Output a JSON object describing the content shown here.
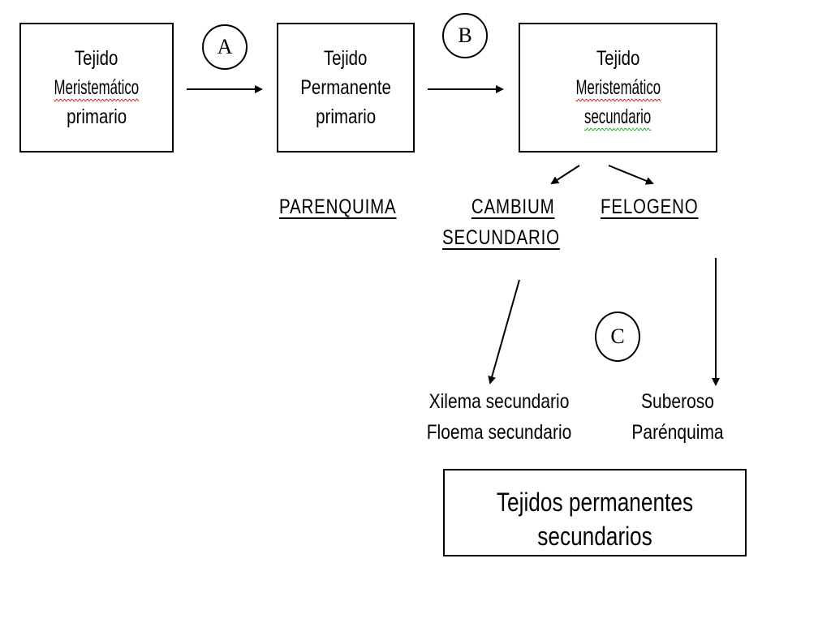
{
  "boxes": {
    "primary_meristem": {
      "line1": "Tejido",
      "line2": "Meristemático",
      "line3": "primario"
    },
    "primary_permanent": {
      "line1": "Tejido",
      "line2": "Permanente",
      "line3": "primario"
    },
    "secondary_meristem": {
      "line1": "Tejido",
      "line2": "Meristemático",
      "line3": "secundario"
    },
    "final": {
      "line1": "Tejidos permanentes",
      "line2": "secundarios"
    }
  },
  "markers": {
    "a": "A",
    "b": "B",
    "c": "C"
  },
  "labels": {
    "parenquima": "PARENQUIMA",
    "cambium_line1": "CAMBIUM",
    "cambium_line2": "SECUNDARIO",
    "felogeno": "FELOGENO"
  },
  "products": {
    "cambium": {
      "line1": "Xilema secundario",
      "line2": "Floema secundario"
    },
    "felogeno": {
      "line1": "Suberoso",
      "line2": "Parénquima"
    }
  }
}
